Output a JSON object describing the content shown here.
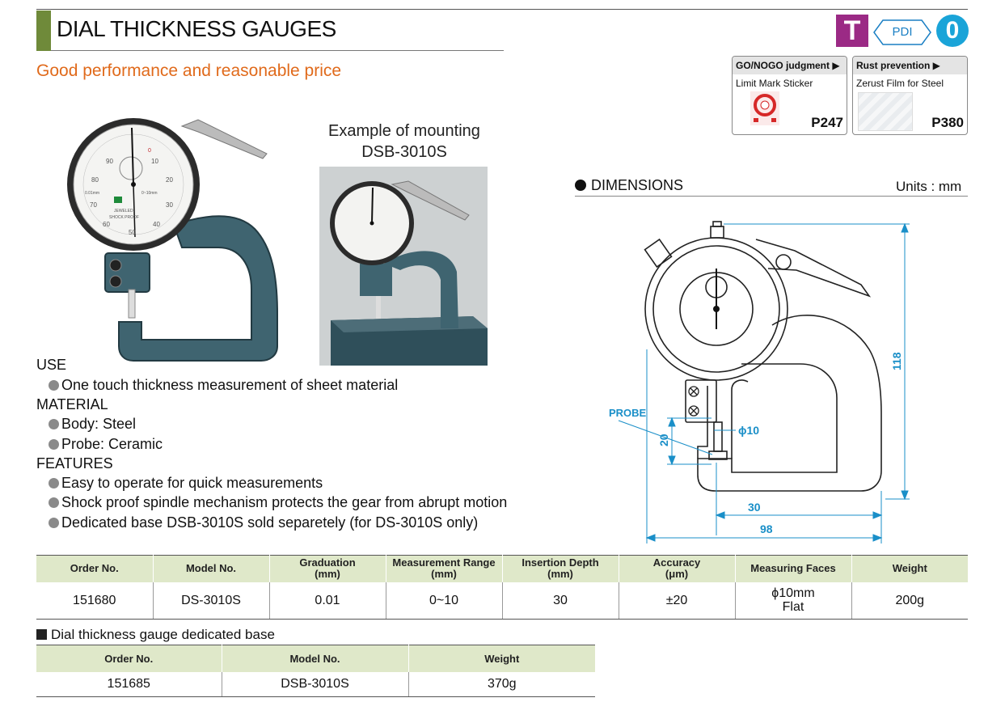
{
  "header": {
    "title": "DIAL THICKNESS GAUGES",
    "subtitle": "Good performance and reasonable price",
    "badges": {
      "t": "T",
      "pdi": "PDI",
      "zero": "0"
    },
    "colors": {
      "accent_bar": "#6f8a3a",
      "subtitle": "#e06a1b",
      "badge_t": "#9b2a85",
      "badge_pdi": "#1a7fc4",
      "badge_zero": "#1aa4d8",
      "table_header": "#dfe8c9",
      "dim_lines": "#1a8fc8"
    }
  },
  "refs": [
    {
      "head": "GO/NOGO judgment",
      "sub": "Limit Mark Sticker",
      "page": "P247",
      "icon": "limit-mark-sticker-image"
    },
    {
      "head": "Rust prevention",
      "sub": "Zerust Film for Steel",
      "page": "P380",
      "icon": "zerust-film-image"
    }
  ],
  "photo": {
    "caption_line1": "Example of mounting",
    "caption_line2": "DSB-3010S",
    "dial_marks": {
      "ninety": "90",
      "ten": "10",
      "twenty": "20",
      "eighty": "80",
      "seventy": "70",
      "sixty": "60",
      "fifty": "50",
      "forty": "40",
      "thirty": "30",
      "zero": "0"
    },
    "dial_text": {
      "res": "0.01mm",
      "range": "0~10mm",
      "shock": "SHOCK PROOF",
      "jeweled": "JEWELED"
    }
  },
  "sections": {
    "use_title": "USE",
    "use_items": [
      "One touch thickness measurement of sheet material"
    ],
    "material_title": "MATERIAL",
    "material_items": [
      "Body: Steel",
      "Probe: Ceramic"
    ],
    "features_title": "FEATURES",
    "features_items": [
      "Easy to operate for quick measurements",
      "Shock proof spindle mechanism protects the gear from abrupt motion",
      "Dedicated base DSB-3010S sold separetely (for DS-3010S only)"
    ]
  },
  "dimensions": {
    "title": "DIMENSIONS",
    "units": "Units : mm",
    "labels": {
      "probe": "PROBE",
      "dia": "ϕ10",
      "h118": "118",
      "h20": "20",
      "w30": "30",
      "w98": "98"
    }
  },
  "spec_table": {
    "headers": [
      {
        "line1": "Order No.",
        "line2": ""
      },
      {
        "line1": "Model No.",
        "line2": ""
      },
      {
        "line1": "Graduation",
        "line2": "(mm)"
      },
      {
        "line1": "Measurement Range",
        "line2": "(mm)"
      },
      {
        "line1": "Insertion Depth",
        "line2": "(mm)"
      },
      {
        "line1": "Accuracy",
        "line2": "(μm)"
      },
      {
        "line1": "Measuring Faces",
        "line2": ""
      },
      {
        "line1": "Weight",
        "line2": ""
      }
    ],
    "row": {
      "order": "151680",
      "model": "DS-3010S",
      "graduation": "0.01",
      "range": "0~10",
      "depth": "30",
      "accuracy": "±20",
      "faces_line1": "ϕ10mm",
      "faces_line2": "Flat",
      "weight": "200g"
    }
  },
  "base_table": {
    "title": "Dial thickness gauge dedicated base",
    "headers": [
      "Order No.",
      "Model No.",
      "Weight"
    ],
    "row": {
      "order": "151685",
      "model": "DSB-3010S",
      "weight": "370g"
    }
  }
}
